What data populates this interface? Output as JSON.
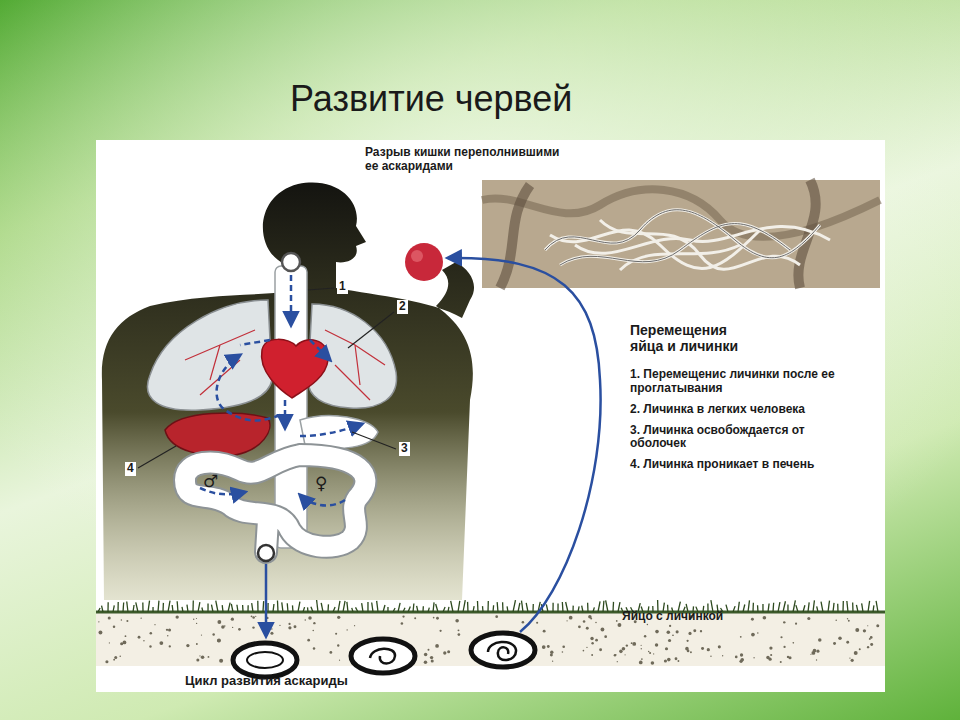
{
  "diagram": {
    "title": "Развитие червей",
    "labels": [
      "Разрыв кишки переполнившими ее аскаридами",
      "Перемещения яйца и личинки",
      "1. Перемещенис личинки после ее проглатывания",
      "2. Личинка в легких человека",
      "3. Личинка освобождается от оболочек",
      "4. Личинка проникает в печень",
      "1",
      "2",
      "3",
      "4",
      "♂",
      "♀",
      "Яйцо с личинкой",
      "Цикл развития аскариды"
    ]
  }
}
